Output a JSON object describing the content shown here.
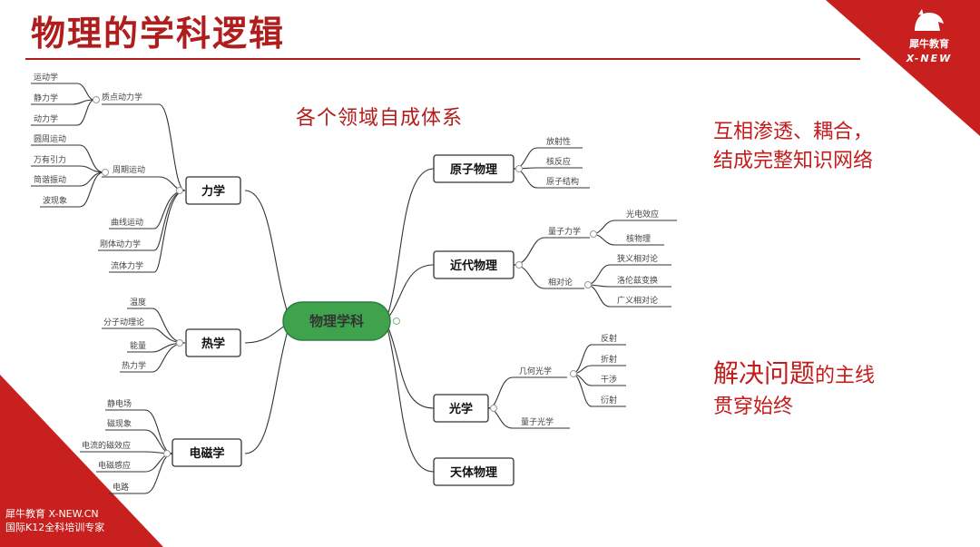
{
  "title": "物理的学科逻辑",
  "logo": {
    "cn": "犀牛教育",
    "en": "X-NEW"
  },
  "footer": {
    "line1": "犀牛教育 X-NEW.CN",
    "line2": "国际K12全科培训专家"
  },
  "annotations": {
    "subtitle": "各个领域自成体系",
    "right1_line1": "互相渗透、耦合，",
    "right1_line2": "结成完整知识网络",
    "right2_big": "解决问题",
    "right2_rest": "的主线",
    "right2_line2": "贯穿始终"
  },
  "mindmap": {
    "center": "物理学科",
    "mechanics": {
      "label": "力学",
      "group1": {
        "label": "质点动力学",
        "items": [
          "运动学",
          "静力学",
          "动力学"
        ]
      },
      "group2": {
        "label": "周期运动",
        "items": [
          "圆周运动",
          "万有引力",
          "简谐振动",
          "波现象"
        ]
      },
      "items": [
        "曲线运动",
        "刚体动力学",
        "流体力学"
      ]
    },
    "thermo": {
      "label": "热学",
      "items": [
        "温度",
        "分子动理论",
        "能量",
        "热力学"
      ]
    },
    "em": {
      "label": "电磁学",
      "items": [
        "静电场",
        "磁现象",
        "电流的磁效应",
        "电磁感应",
        "电路"
      ]
    },
    "atomic": {
      "label": "原子物理",
      "items": [
        "放射性",
        "核反应",
        "原子结构"
      ]
    },
    "modern": {
      "label": "近代物理",
      "quantum": {
        "label": "量子力学",
        "items": [
          "光电效应",
          "核物理"
        ]
      },
      "relativity": {
        "label": "相对论",
        "items": [
          "狭义相对论",
          "洛伦兹变换",
          "广义相对论"
        ]
      }
    },
    "optics": {
      "label": "光学",
      "geometric": {
        "label": "几何光学",
        "items": [
          "反射",
          "折射",
          "干涉",
          "衍射"
        ]
      },
      "quantum_optics": "量子光学"
    },
    "astro": {
      "label": "天体物理"
    }
  }
}
